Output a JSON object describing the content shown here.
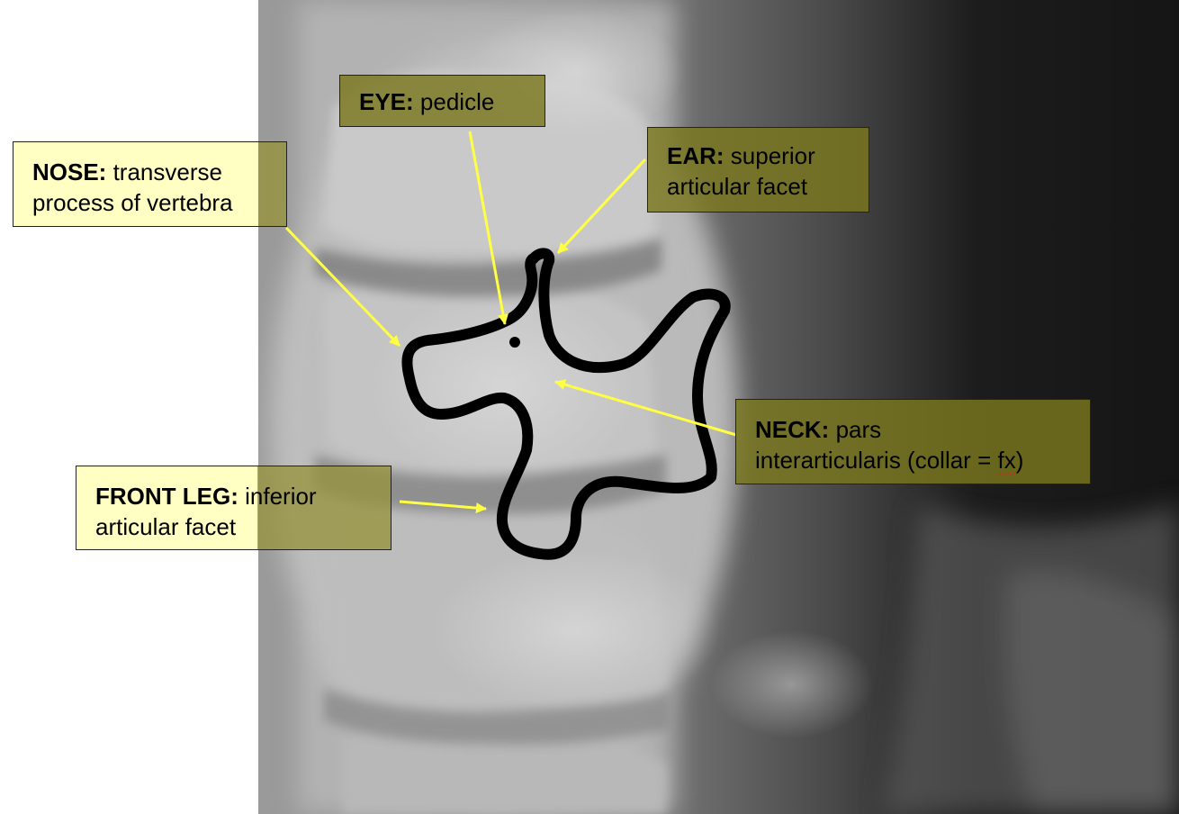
{
  "figure": {
    "labels": {
      "eye": {
        "term": "EYE:",
        "desc": "pedicle"
      },
      "nose": {
        "term": "NOSE:",
        "desc_line1": "transverse",
        "desc_line2": "process of vertebra"
      },
      "ear": {
        "term": "EAR:",
        "desc_line1": "superior",
        "desc_line2": "articular facet"
      },
      "neck": {
        "term": "NECK:",
        "desc_line1": "pars",
        "desc_line2": "interarticularis (collar = ",
        "desc_flagged": "fx",
        "desc_end": ")"
      },
      "front_leg": {
        "term": "FRONT LEG:",
        "desc_line1": "inferior",
        "desc_line2": "articular facet"
      }
    },
    "colors": {
      "callout_fill": "#ffffc4",
      "callout_fill_on_xray": "#7a781f",
      "pointer_arrow": "#ffff44",
      "dog_outline": "#000000",
      "spellcheck_squiggle": "#e02020"
    }
  }
}
